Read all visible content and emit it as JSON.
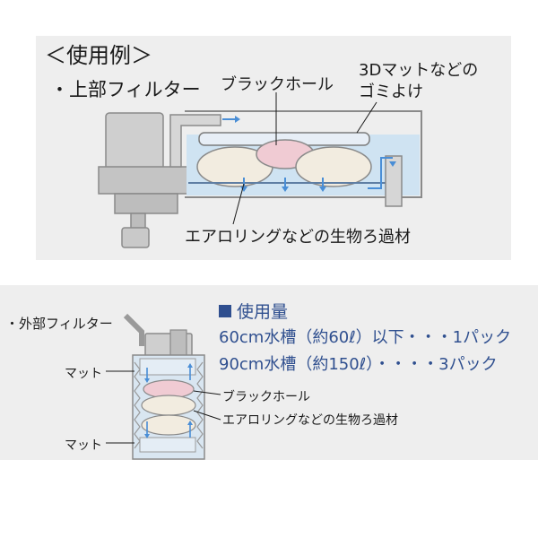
{
  "top": {
    "heading": "＜使用例＞",
    "filter_label": "・上部フィルター",
    "label_black_hole": "ブラックホール",
    "label_mat_line1": "3Dマットなどの",
    "label_mat_line2": "ゴミよけ",
    "label_media": "エアロリングなどの生物ろ過材"
  },
  "bottom": {
    "filter_label": "・外部フィルター",
    "label_mat_upper": "マット",
    "label_mat_lower": "マット",
    "label_black_hole": "ブラックホール",
    "label_media": "エアロリングなどの生物ろ過材",
    "usage_title": "使用量",
    "usage_line1": "60cm水槽（約60ℓ）以下・・・1パック",
    "usage_line2": "90cm水槽（約150ℓ）・・・・3パック"
  },
  "colors": {
    "panel_bg": "#eeeeee",
    "water": "#cfe3f2",
    "arrow": "#4a8ed6",
    "device": "#c9c9c9",
    "bag": "#f2ece0",
    "black_hole_bag": "#f0cbd3",
    "usage_text": "#2f4f8f"
  }
}
